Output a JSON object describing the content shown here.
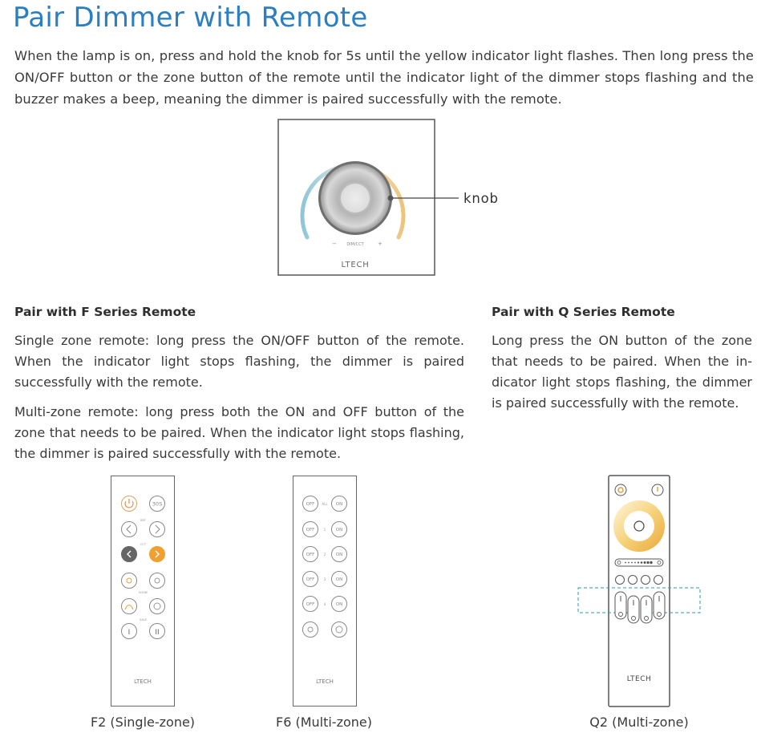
{
  "title": "Pair Dimmer with Remote",
  "intro": "When the lamp is on, press and hold the knob for 5s until the yellow indicator light flashes. Then long press the ON/OFF button or the zone button of the remote until the indicator light of the dimmer stops flashing and the buzzer makes a beep, meaning the dimmer is paired successfully with the remote.",
  "dimmer": {
    "knob_label": "knob",
    "minus": "−",
    "plus": "+",
    "mode_label": "DIM/CCT",
    "brand": "LTECH"
  },
  "f_series": {
    "title": "Pair with F Series Remote",
    "single_zone": "Single zone remote: long press the ON/OFF button of  the remote. When the indicator light stops flashing, the dimmer is paired successfully with the remote.",
    "multi_zone": "Multi-zone remote: long press both the ON and OFF button of the zone that needs to be paired. When the indicator light stops flashing, the dimmer is paired successfully with the remote."
  },
  "q_series": {
    "title": "Pair with Q Series Remote",
    "text": "Long press the ON button of the zone that needs to be paired. When the in-dicator light stops flashing, the dimmer is paired successfully with the remote."
  },
  "remotes": {
    "f2": {
      "caption": "F2 (Single-zone)",
      "brand": "LTECH",
      "timer_label": "30S",
      "row_labels": [
        "BRT",
        "CCT",
        "SCENE",
        "SAVE"
      ],
      "save_labels": [
        "I",
        "II"
      ]
    },
    "f6": {
      "caption": "F6 (Multi-zone)",
      "brand": "LTECH",
      "off_label": "OFF",
      "on_label": "ON",
      "zone_labels": [
        "ALL",
        "1",
        "2",
        "3",
        "4"
      ]
    },
    "q2": {
      "caption": "Q2 (Multi-zone)",
      "brand": "LTECH"
    }
  }
}
